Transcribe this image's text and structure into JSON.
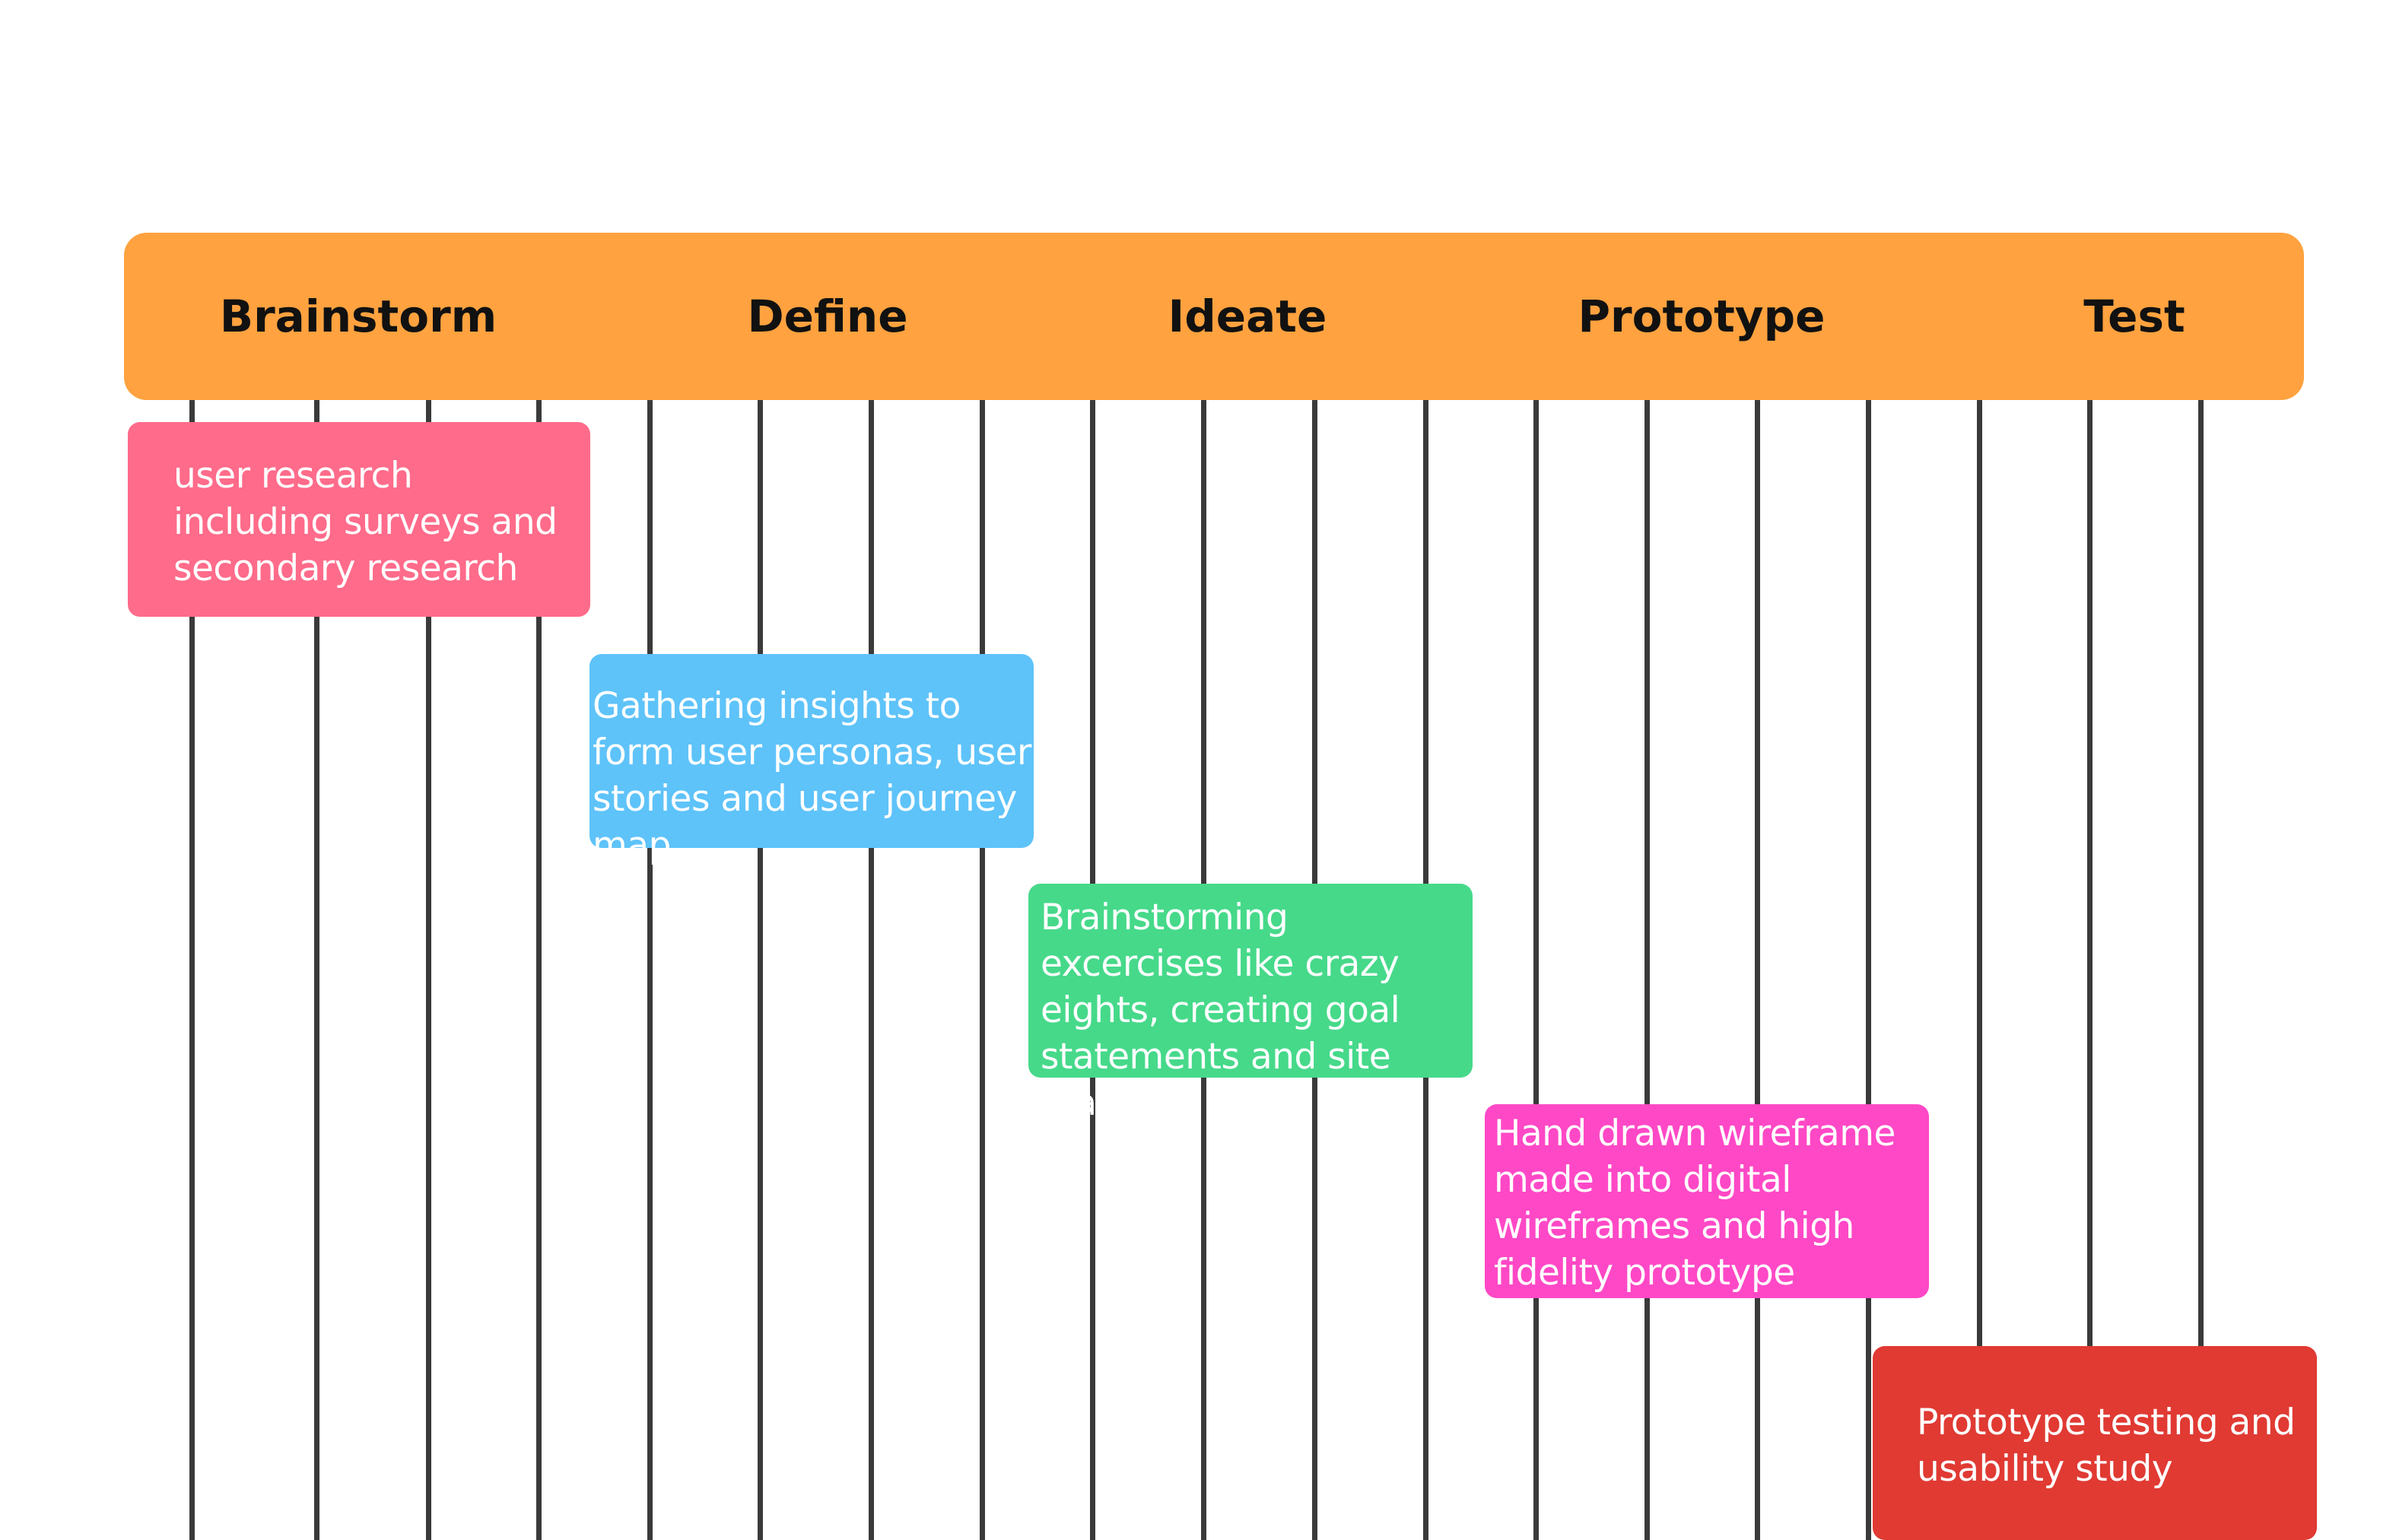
{
  "phases": [
    {
      "label": "Brainstorm"
    },
    {
      "label": "Define"
    },
    {
      "label": "Ideate"
    },
    {
      "label": "Prototype"
    },
    {
      "label": "Test"
    }
  ],
  "cards": [
    {
      "text": "user research including surveys and secondary research",
      "color": "#FF6B8A"
    },
    {
      "text": "Gathering insights to form user personas, user stories and user journey map",
      "color": "#5EC3F9"
    },
    {
      "text": "Brainstorming excercises like crazy eights, creating goal statements and site map",
      "color": "#46D98A"
    },
    {
      "text": "Hand drawn wireframe made into digital wireframes and high fidelity prototype",
      "color": "#FF48C6"
    },
    {
      "text": "Prototype testing and usability study",
      "color": "#E03A33"
    }
  ],
  "colors": {
    "header_bar": "#FFA23F",
    "gridline": "#3a3a3a",
    "phase_label": "#111111",
    "background": "#ffffff"
  }
}
